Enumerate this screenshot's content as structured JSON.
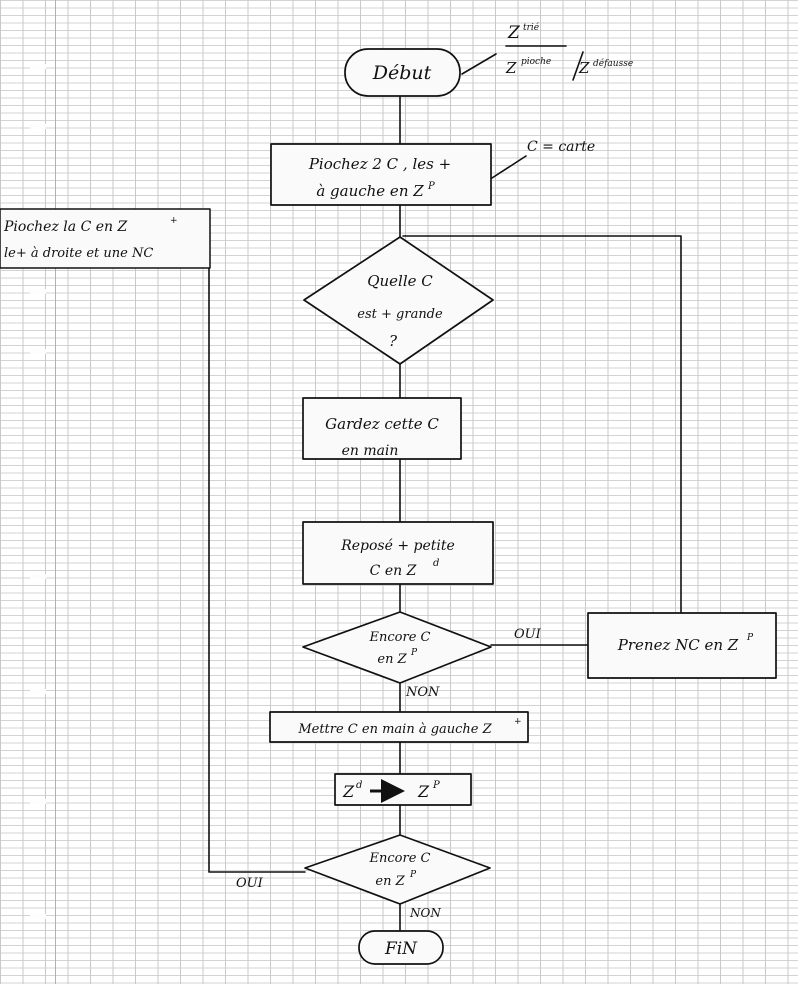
{
  "flowchart": {
    "notes": {
      "z_tri": "Z",
      "tri": "trié",
      "z_pioche": "Z",
      "pioche": "pioche",
      "z_defausse": "Z",
      "defausse": "défausse",
      "c_def": "C = carte"
    },
    "start": "Début",
    "draw": {
      "line1": "Piochez 2 C , les +",
      "line2": "à gauche en Z",
      "sup": "P"
    },
    "side": {
      "line1": "Piochez la C en Z",
      "sup1": "+",
      "line2": "le+ à droite et une NC"
    },
    "which": {
      "line1": "Quelle C",
      "line2": "est + grande",
      "line3": "?"
    },
    "keep": {
      "line1": "Gardez cette C",
      "line2": "en main"
    },
    "put": {
      "line1": "Reposé + petite",
      "line2": "C en Z",
      "sup": "d"
    },
    "more1": {
      "line1": "Encore C",
      "line2": "en Z",
      "sup": "P",
      "yes": "OUI",
      "no": "NON"
    },
    "take": {
      "text": "Prenez NC en Z",
      "sup": "P"
    },
    "place": {
      "text": "Mettre C en main à gauche Z",
      "sup": "+"
    },
    "move": {
      "from": "Z",
      "from_sup": "d",
      "to": "Z",
      "to_sup": "P"
    },
    "more2": {
      "line1": "Encore C",
      "line2": "en Z",
      "sup": "P",
      "yes": "OUI",
      "no": "NON"
    },
    "end": "FiN"
  }
}
